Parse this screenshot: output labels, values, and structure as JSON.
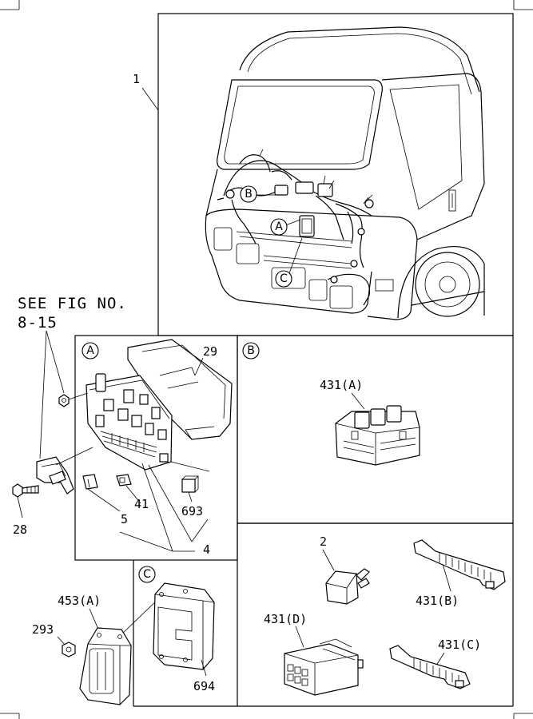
{
  "callouts": {
    "p1": "1",
    "see_fig_line1": "SEE FIG NO.",
    "see_fig_line2": "8-15",
    "p28": "28",
    "p29": "29",
    "p5": "5",
    "p41": "41",
    "p693": "693",
    "p4": "4",
    "p431a": "431(A)",
    "p2": "2",
    "p431b": "431(B)",
    "p431d": "431(D)",
    "p431c": "431(C)",
    "p453a": "453(A)",
    "p293": "293",
    "p694": "694"
  },
  "section_marks": {
    "a": "A",
    "b": "B",
    "c": "C"
  }
}
